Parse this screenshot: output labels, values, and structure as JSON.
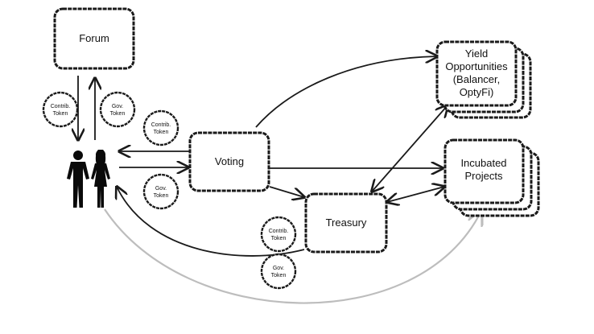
{
  "nodes": {
    "forum": {
      "label": "Forum"
    },
    "voting": {
      "label": "Voting"
    },
    "treasury": {
      "label": "Treasury"
    },
    "yield": {
      "label_lines": [
        "Yield",
        "Opportunities",
        "(Balancer,",
        "OptyFi)"
      ]
    },
    "incubated": {
      "label_lines": [
        "Incubated",
        "Projects"
      ]
    }
  },
  "tokens": {
    "contrib_lines": [
      "Contrib.",
      "Token"
    ],
    "gov_lines": [
      "Gov.",
      "Token"
    ]
  },
  "colors": {
    "stroke": "#1a1a1a",
    "gray_edge": "#bdbdbd"
  },
  "icons": {
    "people": "people-icon"
  }
}
